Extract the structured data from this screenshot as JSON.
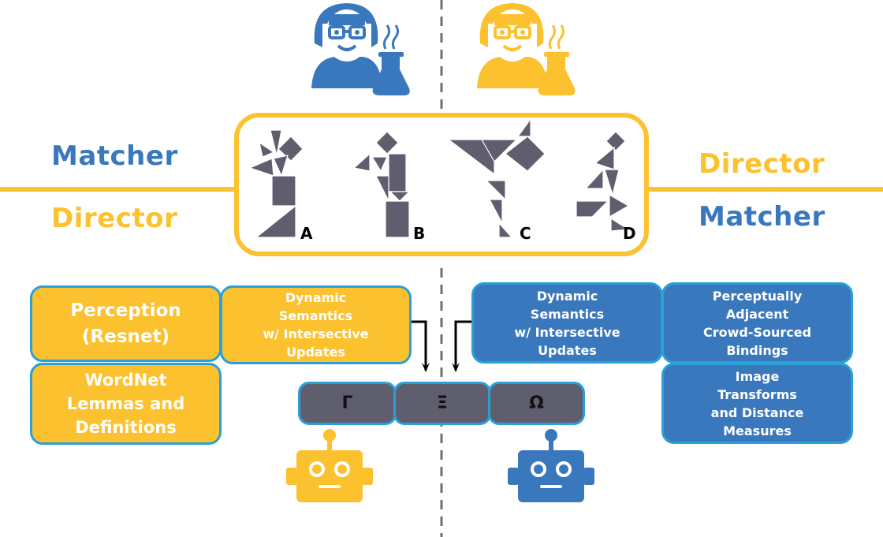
{
  "roles": {
    "left_top": "Matcher",
    "left_bottom": "Director",
    "right_top": "Director",
    "right_bottom": "Matcher"
  },
  "tangram_labels": [
    "A",
    "B",
    "C",
    "D"
  ],
  "left_modules": {
    "perception": "Perception\n(Resnet)",
    "semantics": "Dynamic\nSemantics\nw/ Intersective\nUpdates",
    "wordnet": "WordNet\nLemmas and\nDefinitions"
  },
  "right_modules": {
    "semantics": "Dynamic\nSemantics\nw/ Intersective\nUpdates",
    "perceptual": "Perceptually\nAdjacent\nCrowd-Sourced\nBindings",
    "transforms": "Image\nTransforms\nand Distance\nMeasures"
  },
  "symbols": [
    "Γ",
    "Ξ",
    "Ω"
  ],
  "colors": {
    "blue": "#3a78bd",
    "yellow": "#fcc12e",
    "box_border": "#2a9fd8",
    "tangram": "#5e5e6e",
    "symbol_bg": "#5e5e6e"
  },
  "icons": {
    "left_human": "scientist-with-flask-icon",
    "right_human": "scientist-with-flask-icon",
    "left_robot": "robot-icon",
    "right_robot": "robot-icon"
  }
}
